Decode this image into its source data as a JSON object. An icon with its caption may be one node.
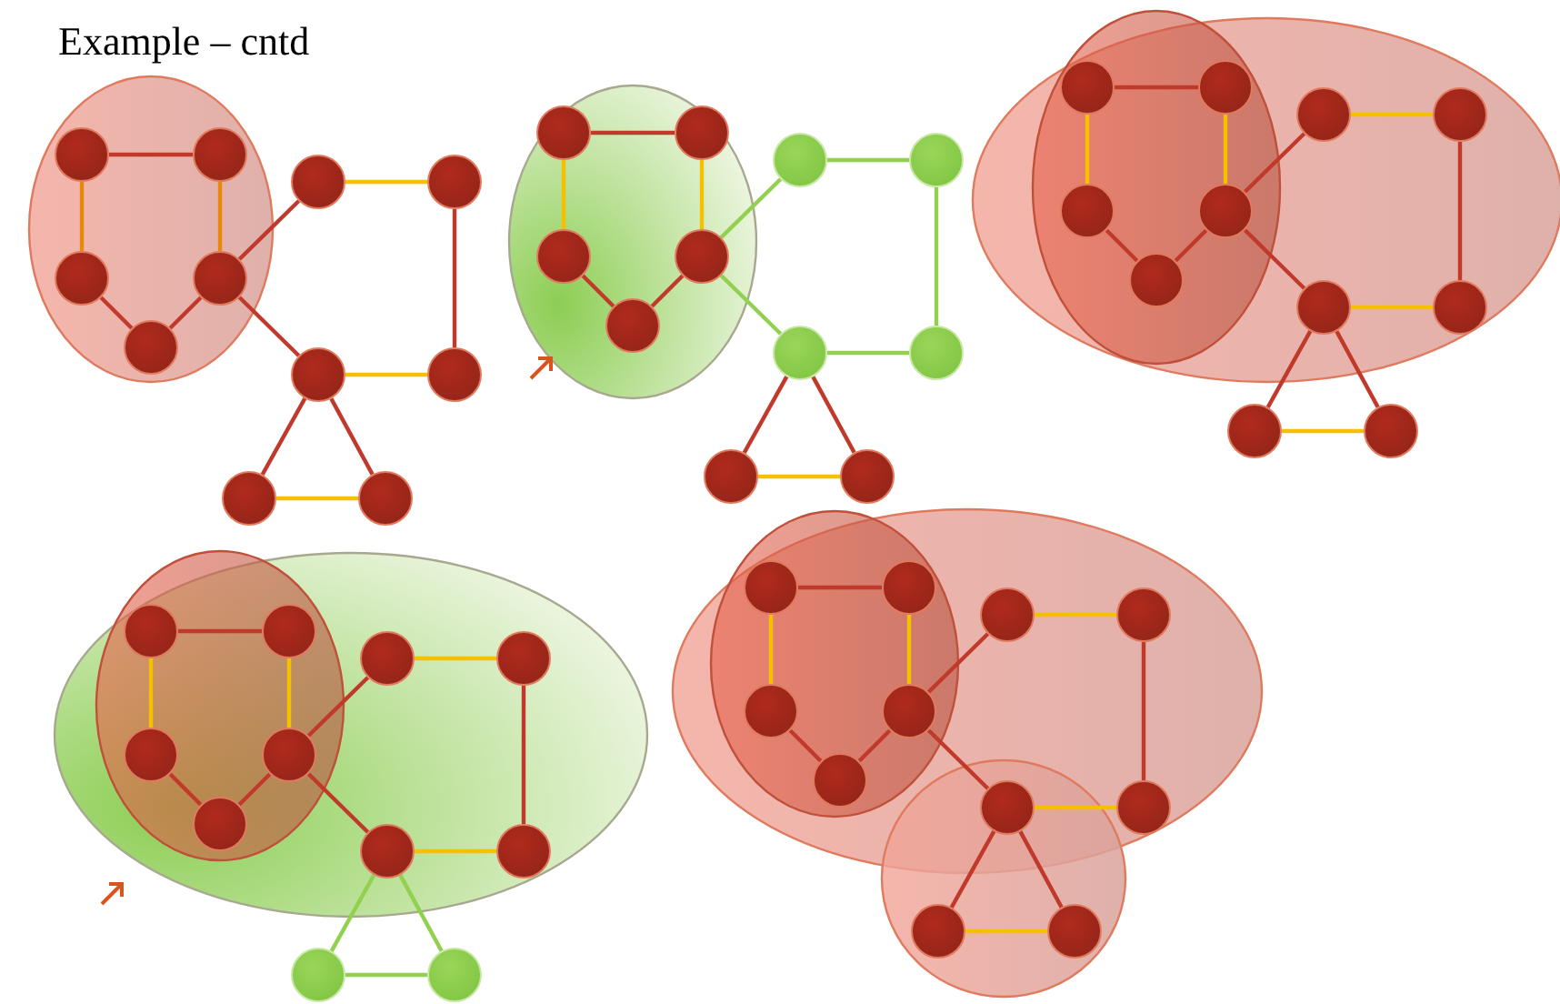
{
  "diagram": {
    "title": "Example – cntd",
    "nodes": [
      {
        "text": [],
        "shape": "circle"
      },
      {
        "text": [],
        "shape": "circle"
      },
      {
        "text": [],
        "shape": "circle"
      },
      {
        "text": [],
        "shape": "circle"
      },
      {
        "text": [],
        "shape": "circle"
      },
      {
        "text": [],
        "shape": "circle"
      },
      {
        "text": [],
        "shape": "circle"
      },
      {
        "text": [],
        "shape": "circle"
      },
      {
        "text": [],
        "shape": "circle"
      },
      {
        "text": [],
        "shape": "circle"
      },
      {
        "text": [],
        "shape": "circle"
      },
      {
        "text": [],
        "shape": "circle"
      },
      {
        "text": [],
        "shape": "circle"
      },
      {
        "text": [],
        "shape": "circle"
      },
      {
        "text": [],
        "shape": "circle"
      },
      {
        "text": [],
        "shape": "circle"
      },
      {
        "text": [],
        "shape": "circle"
      },
      {
        "text": [],
        "shape": "circle"
      },
      {
        "text": [],
        "shape": "circle"
      },
      {
        "text": [],
        "shape": "circle"
      },
      {
        "text": [],
        "shape": "circle"
      },
      {
        "text": [],
        "shape": "circle"
      },
      {
        "text": [],
        "shape": "circle"
      },
      {
        "text": [],
        "shape": "circle"
      },
      {
        "text": [],
        "shape": "circle"
      },
      {
        "text": [],
        "shape": "circle"
      },
      {
        "text": [],
        "shape": "circle"
      },
      {
        "text": [],
        "shape": "circle"
      },
      {
        "text": [],
        "shape": "circle"
      },
      {
        "text": [],
        "shape": "circle"
      },
      {
        "text": [],
        "shape": "circle"
      },
      {
        "text": [],
        "shape": "circle"
      },
      {
        "text": [],
        "shape": "circle"
      },
      {
        "text": [],
        "shape": "circle"
      },
      {
        "text": [],
        "shape": "circle"
      },
      {
        "text": [],
        "shape": "circle"
      },
      {
        "text": [],
        "shape": "circle"
      },
      {
        "text": [],
        "shape": "circle"
      },
      {
        "text": [],
        "shape": "circle"
      },
      {
        "text": [],
        "shape": "circle"
      },
      {
        "text": [],
        "shape": "circle"
      },
      {
        "text": [],
        "shape": "circle"
      },
      {
        "text": [],
        "shape": "circle"
      },
      {
        "text": [],
        "shape": "circle"
      },
      {
        "text": [],
        "shape": "circle"
      },
      {
        "text": [],
        "shape": "circle"
      },
      {
        "text": [],
        "shape": "circle"
      },
      {
        "text": [],
        "shape": "circle"
      },
      {
        "text": [],
        "shape": "circle"
      },
      {
        "text": [],
        "shape": "circle"
      },
      {
        "text": [],
        "shape": "circle"
      },
      {
        "text": [],
        "shape": "circle"
      },
      {
        "text": [],
        "shape": "circle"
      },
      {
        "text": [],
        "shape": "circle"
      },
      {
        "text": [],
        "shape": "circle"
      }
    ],
    "edges": [
      {
        "from": 0,
        "to": 1,
        "arrow": "none"
      },
      {
        "from": 0,
        "to": 2,
        "arrow": "none",
        "color": "#e8890c"
      },
      {
        "from": 1,
        "to": 3,
        "arrow": "none",
        "color": "#e8890c"
      },
      {
        "from": 2,
        "to": 4,
        "arrow": "none"
      },
      {
        "from": 3,
        "to": 4,
        "arrow": "none"
      },
      {
        "from": 3,
        "to": 5,
        "arrow": "none"
      },
      {
        "from": 5,
        "to": 6,
        "arrow": "none",
        "color": "#f5c000"
      },
      {
        "from": 6,
        "to": 8,
        "arrow": "none"
      },
      {
        "from": 3,
        "to": 7,
        "arrow": "none"
      },
      {
        "from": 7,
        "to": 8,
        "arrow": "none",
        "color": "#f5c000"
      },
      {
        "from": 7,
        "to": 9,
        "arrow": "none"
      },
      {
        "from": 7,
        "to": 10,
        "arrow": "none"
      },
      {
        "from": 9,
        "to": 10,
        "arrow": "none",
        "color": "#f5c000"
      },
      {
        "from": 11,
        "to": 12,
        "arrow": "none"
      },
      {
        "from": 11,
        "to": 13,
        "arrow": "none",
        "color": "#f5c000"
      },
      {
        "from": 12,
        "to": 14,
        "arrow": "none",
        "color": "#f5c000"
      },
      {
        "from": 13,
        "to": 15,
        "arrow": "none"
      },
      {
        "from": 14,
        "to": 15,
        "arrow": "none"
      },
      {
        "from": 14,
        "to": 16,
        "arrow": "none",
        "color": "#92d050"
      },
      {
        "from": 16,
        "to": 17,
        "arrow": "none",
        "color": "#92d050"
      },
      {
        "from": 17,
        "to": 19,
        "arrow": "none",
        "color": "#92d050"
      },
      {
        "from": 14,
        "to": 18,
        "arrow": "none",
        "color": "#92d050"
      },
      {
        "from": 18,
        "to": 19,
        "arrow": "none",
        "color": "#92d050"
      },
      {
        "from": 18,
        "to": 20,
        "arrow": "none"
      },
      {
        "from": 18,
        "to": 21,
        "arrow": "none"
      },
      {
        "from": 20,
        "to": 21,
        "arrow": "none",
        "color": "#f5c000"
      },
      {
        "from": 22,
        "to": 23,
        "arrow": "none"
      },
      {
        "from": 22,
        "to": 24,
        "arrow": "none",
        "color": "#f5c000"
      },
      {
        "from": 23,
        "to": 25,
        "arrow": "none",
        "color": "#f5c000"
      },
      {
        "from": 24,
        "to": 26,
        "arrow": "none"
      },
      {
        "from": 25,
        "to": 26,
        "arrow": "none"
      },
      {
        "from": 25,
        "to": 27,
        "arrow": "none"
      },
      {
        "from": 27,
        "to": 28,
        "arrow": "none",
        "color": "#f5c000"
      },
      {
        "from": 28,
        "to": 30,
        "arrow": "none"
      },
      {
        "from": 25,
        "to": 29,
        "arrow": "none"
      },
      {
        "from": 29,
        "to": 30,
        "arrow": "none",
        "color": "#f5c000"
      },
      {
        "from": 29,
        "to": 31,
        "arrow": "none"
      },
      {
        "from": 29,
        "to": 32,
        "arrow": "none"
      },
      {
        "from": 31,
        "to": 32,
        "arrow": "none",
        "color": "#f5c000"
      },
      {
        "from": 33,
        "to": 34,
        "arrow": "none"
      },
      {
        "from": 33,
        "to": 35,
        "arrow": "none",
        "color": "#f5c000"
      },
      {
        "from": 34,
        "to": 36,
        "arrow": "none",
        "color": "#f5c000"
      },
      {
        "from": 35,
        "to": 37,
        "arrow": "none"
      },
      {
        "from": 36,
        "to": 37,
        "arrow": "none"
      },
      {
        "from": 36,
        "to": 38,
        "arrow": "none"
      },
      {
        "from": 38,
        "to": 39,
        "arrow": "none",
        "color": "#f5c000"
      },
      {
        "from": 39,
        "to": 41,
        "arrow": "none"
      },
      {
        "from": 36,
        "to": 40,
        "arrow": "none"
      },
      {
        "from": 40,
        "to": 41,
        "arrow": "none",
        "color": "#f5c000"
      },
      {
        "from": 40,
        "to": 42,
        "arrow": "none",
        "color": "#92d050"
      },
      {
        "from": 40,
        "to": 43,
        "arrow": "none",
        "color": "#92d050"
      },
      {
        "from": 42,
        "to": 43,
        "arrow": "none",
        "color": "#92d050"
      },
      {
        "from": 44,
        "to": 45,
        "arrow": "none"
      },
      {
        "from": 44,
        "to": 46,
        "arrow": "none",
        "color": "#f5c000"
      },
      {
        "from": 45,
        "to": 47,
        "arrow": "none",
        "color": "#f5c000"
      },
      {
        "from": 46,
        "to": 48,
        "arrow": "none"
      },
      {
        "from": 47,
        "to": 48,
        "arrow": "none"
      },
      {
        "from": 47,
        "to": 49,
        "arrow": "none"
      },
      {
        "from": 49,
        "to": 50,
        "arrow": "none",
        "color": "#f5c000"
      },
      {
        "from": 50,
        "to": 52,
        "arrow": "none"
      },
      {
        "from": 47,
        "to": 51,
        "arrow": "none"
      },
      {
        "from": 51,
        "to": 52,
        "arrow": "none",
        "color": "#f5c000"
      },
      {
        "from": 51,
        "to": 53,
        "arrow": "none"
      },
      {
        "from": 51,
        "to": 54,
        "arrow": "none"
      },
      {
        "from": 53,
        "to": 54,
        "arrow": "none",
        "color": "#f5c000"
      }
    ]
  }
}
